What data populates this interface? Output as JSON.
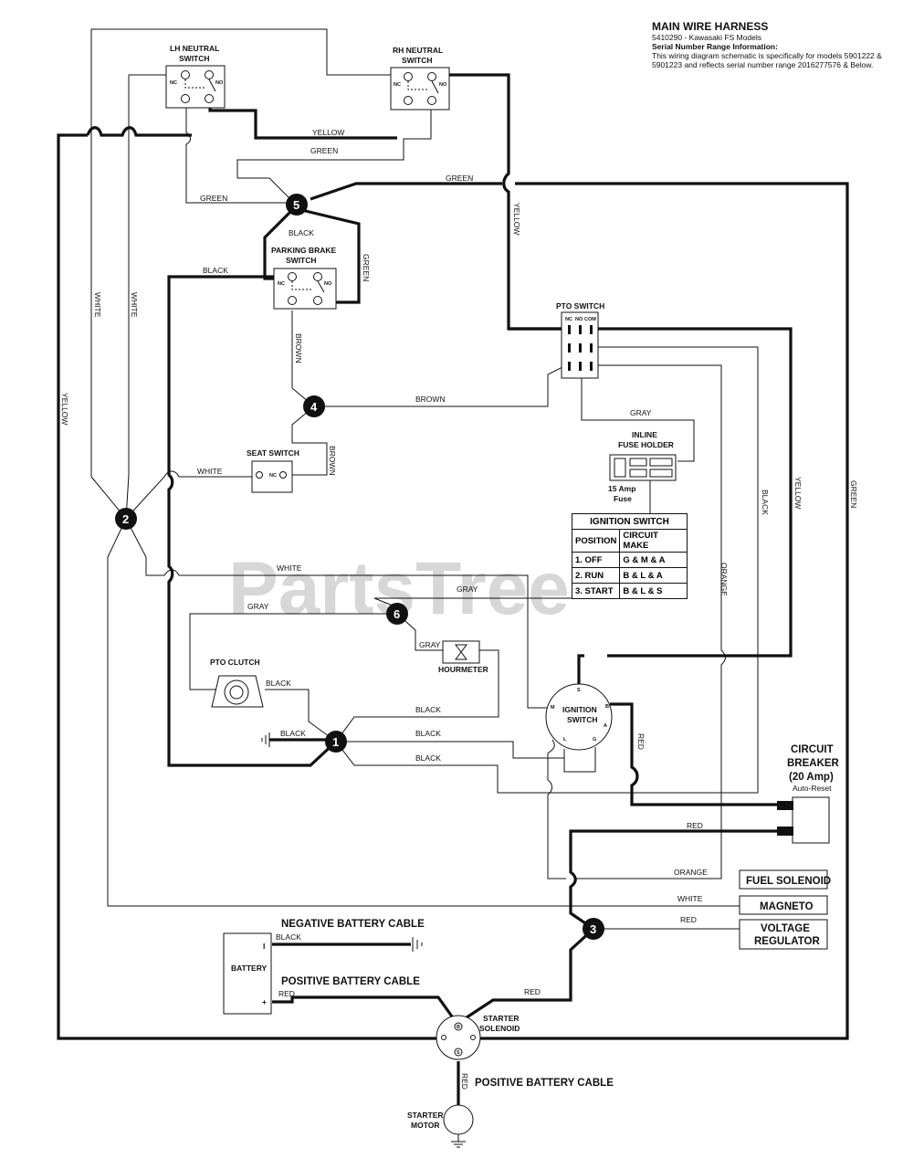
{
  "header": {
    "title": "MAIN WIRE HARNESS",
    "part": "5410290 - Kawasaki FS Models",
    "serial_heading": "Serial Number Range Information:",
    "note_line1": "This wiring diagram schematic is specifically for models 5901222 &",
    "note_line2": "5901223 and reflects serial number range 2016277576 & Below."
  },
  "watermark": "PartsTree",
  "components": {
    "lh_neutral_1": "LH NEUTRAL",
    "lh_neutral_2": "SWITCH",
    "rh_neutral_1": "RH NEUTRAL",
    "rh_neutral_2": "SWITCH",
    "parking_brake_1": "PARKING BRAKE",
    "parking_brake_2": "SWITCH",
    "pto_switch": "PTO SWITCH",
    "seat_switch": "SEAT SWITCH",
    "inline_fuse_1": "INLINE",
    "inline_fuse_2": "FUSE HOLDER",
    "fuse_1": "15 Amp",
    "fuse_2": "Fuse",
    "pto_clutch": "PTO CLUTCH",
    "hourmeter": "HOURMETER",
    "ignition_1": "IGNITION",
    "ignition_2": "SWITCH",
    "breaker_1": "CIRCUIT",
    "breaker_2": "BREAKER",
    "breaker_3": "(20 Amp)",
    "breaker_4": "Auto-Reset",
    "fuel_solenoid": "FUEL SOLENOID",
    "magneto": "MAGNETO",
    "voltage_1": "VOLTAGE",
    "voltage_2": "REGULATOR",
    "battery": "BATTERY",
    "neg_cable": "NEGATIVE BATTERY CABLE",
    "pos_cable": "POSITIVE BATTERY CABLE",
    "pos_cable_2": "POSITIVE BATTERY CABLE",
    "starter_sol_1": "STARTER",
    "starter_sol_2": "SOLENOID",
    "starter_motor_1": "STARTER",
    "starter_motor_2": "MOTOR"
  },
  "terminals": {
    "nc": "NC",
    "no": "NO",
    "com": "COM",
    "s": "S",
    "m": "M",
    "b": "B",
    "a": "A",
    "l": "L",
    "g": "G",
    "minus": "I",
    "plus": "+"
  },
  "nodes": [
    "1",
    "2",
    "3",
    "4",
    "5",
    "6"
  ],
  "wires": {
    "yellow": "YELLOW",
    "green": "GREEN",
    "black": "BLACK",
    "white": "WHITE",
    "brown": "BROWN",
    "gray": "GRAY",
    "orange": "ORANGE",
    "red": "RED"
  },
  "ignition_table": {
    "title": "IGNITION SWITCH",
    "headers": [
      "POSITION",
      "CIRCUIT MAKE"
    ],
    "rows": [
      [
        "1. OFF",
        "G & M & A"
      ],
      [
        "2. RUN",
        "B & L & A"
      ],
      [
        "3. START",
        "B & L & S"
      ]
    ]
  }
}
